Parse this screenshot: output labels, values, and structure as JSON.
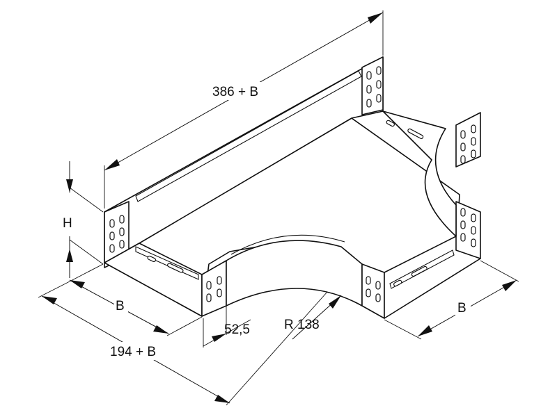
{
  "drawing": {
    "dimensions": {
      "length_total": "386 + B",
      "height": "H",
      "width_left": "B",
      "length_front": "194 + B",
      "offset": "52,5",
      "radius": "R 138",
      "width_right": "B"
    }
  }
}
